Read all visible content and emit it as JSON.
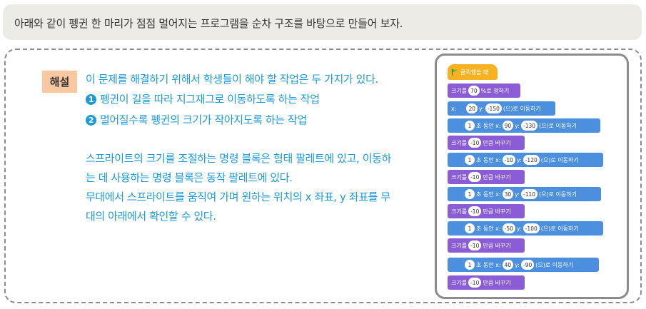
{
  "header": {
    "text": "아래와 같이 펭귄 한 마리가 점점 멀어지는 프로그램을 순차 구조를 바탕으로 만들어 보자."
  },
  "explanation": {
    "badge": "해설",
    "intro": "이 문제를 해결하기 위해서 학생들이 해야 할 작업은 두 가지가 있다.",
    "tasks": [
      {
        "num": "1",
        "text": "펭귄이 길을 따라 지그재그로 이동하도록 하는 작업"
      },
      {
        "num": "2",
        "text": "멀어질수록 펭귄의 크기가 작아지도록 하는 작업"
      }
    ],
    "paragraph_lines": [
      "스프라이트의 크기를 조절하는 명령 블록은 형태 팔레트에 있고, 이동하",
      "는 데 사용하는 명령 블록은 동작 팔레트에 있다.",
      "무대에서 스프라이트를 움직여 가며 원하는 위치의 x 좌표, y 좌표를 무",
      "대의 아래에서 확인할 수 있다."
    ]
  },
  "script": {
    "hat": {
      "label": "클릭했을 때",
      "icon": "green-flag-icon"
    },
    "set_size": {
      "prefix": "크기를",
      "value": "70",
      "suffix": "%로 정하기"
    },
    "goto": {
      "x_label": "x:",
      "x": "20",
      "y_label": "y:",
      "y": "-150",
      "suffix": "(으)로 이동하기"
    },
    "glides": [
      {
        "secs": "1",
        "mid": "초 동안 x:",
        "x": "90",
        "y_label": "y:",
        "y": "-130",
        "suffix": "(으)로 이동하기"
      },
      {
        "secs": "1",
        "mid": "초 동안 x:",
        "x": "-10",
        "y_label": "y:",
        "y": "-120",
        "suffix": "(으)로 이동하기"
      },
      {
        "secs": "1",
        "mid": "초 동안 x:",
        "x": "30",
        "y_label": "y:",
        "y": "-110",
        "suffix": "(으)로 이동하기"
      },
      {
        "secs": "1",
        "mid": "초 동안 x:",
        "x": "-50",
        "y_label": "y:",
        "y": "-100",
        "suffix": "(으)로 이동하기"
      },
      {
        "secs": "1",
        "mid": "초 동안 x:",
        "x": "40",
        "y_label": "y:",
        "y": "-90",
        "suffix": "(으)로 이동하기"
      }
    ],
    "change_size": {
      "prefix": "크기를",
      "value": "-10",
      "suffix": "만큼 바꾸기"
    },
    "colors": {
      "events": "#f6b220",
      "looks": "#8a5dd6",
      "motion": "#4c8fde"
    }
  }
}
